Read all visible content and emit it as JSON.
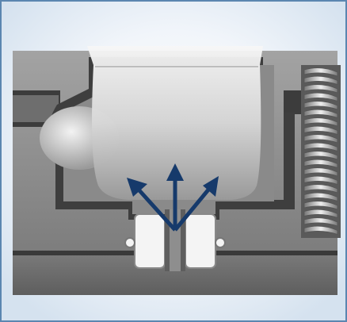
{
  "figure": {
    "border_color": "#5b86b0",
    "background_glow": "#dde8f2",
    "housing_color": "#8c8c8c",
    "housing_dark": "#3c3c3c",
    "cup_glass_color": "#e9ecef",
    "spring_color": "#b9b9b9",
    "arrow_color": "#163a6b",
    "seal_color": "#f4f4f4",
    "arrow_count": 3,
    "icons": [
      "cutaway-housing",
      "cup-reservoir",
      "spring-coil",
      "seal-ring",
      "flow-arrows"
    ]
  }
}
